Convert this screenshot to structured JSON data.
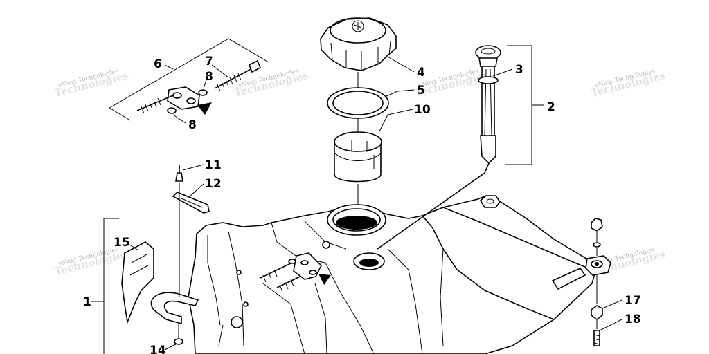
{
  "labels": [
    "1",
    "2",
    "3",
    "4",
    "5",
    "6",
    "7",
    "8",
    "8",
    "10",
    "11",
    "12",
    "14",
    "15",
    "17",
    "18"
  ],
  "watermark": "vNext Technologies",
  "watermark_background_text": "Technologies",
  "colors": {
    "line": "#000000",
    "background": "#ffffff",
    "watermark": "#b8b8b8"
  }
}
